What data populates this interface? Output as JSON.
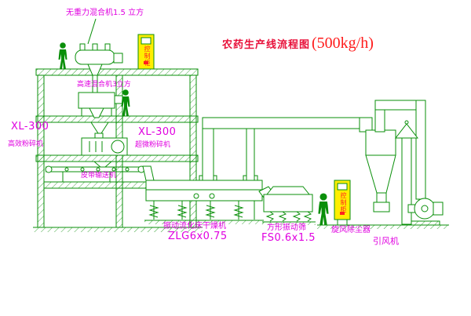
{
  "title": {
    "cn": "农药生产线流程图",
    "capacity": "(500kg/h)"
  },
  "labels": {
    "top_mixer": "无重力混合机1.5 立方",
    "high_speed_mixer": "高速混合机3立方",
    "crusher_left_model": "XL-300",
    "crusher_left_name": "高效粉碎机",
    "crusher_mid_model": "XL-300",
    "crusher_mid_name": "超微粉碎机",
    "conveyor": "皮带输送机",
    "dryer_name": "振动流化床干燥机",
    "dryer_model": "ZLG6x0.75",
    "sieve_name": "方形振动筛",
    "sieve_model": "FS0.6x1.5",
    "cyclone": "旋风除尘器",
    "fan": "引风机",
    "cabinet_text": "控制柜"
  },
  "colors": {
    "line_green": "#0a8f0a",
    "label_magenta": "#e000e0",
    "title_red": "#e8103a",
    "capacity_red": "#ff1a1a",
    "cabinet_yellow": "#ffee00",
    "cabinet_text_red": "#ff2020"
  }
}
